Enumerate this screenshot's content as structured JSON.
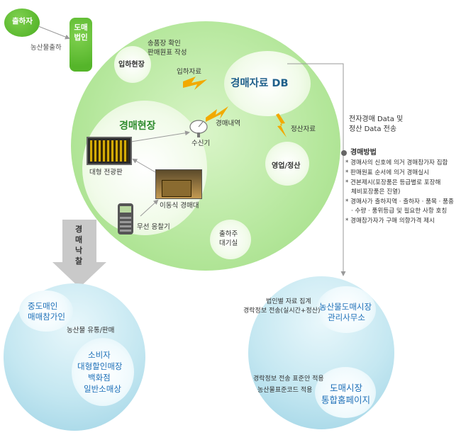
{
  "shipper": "출하자",
  "shipping_label": "농산물출하",
  "wholesaler": "도매법인",
  "warehouse": {
    "title": "입하현장",
    "note_line1": "송품장 확인",
    "note_line2": "판매원표 작성",
    "data_label": "입하자료"
  },
  "db": {
    "title": "경매자료 DB"
  },
  "auction_site": {
    "title": "경매현장",
    "auction_details": "경매내역",
    "receiver": "수신기",
    "board": "대형 전광판",
    "mobile_stand": "이동식 경매대",
    "wireless": "무선 응찰기"
  },
  "settlement": {
    "data_label": "정산자료",
    "title": "영업/정산"
  },
  "waiting_room": {
    "line1": "출하주",
    "line2": "대기실"
  },
  "transfer": {
    "line1": "전자경매 Data 및",
    "line2": "정산 Data 전송"
  },
  "method": {
    "title": "경매방법",
    "items": [
      "경매사의 신호에 의거 경매참가자 집합",
      "판매원표 순서에 의거 경매실시",
      "견본제시(포장품은 등급별로 포장해",
      "체비포장품은 진열)",
      "경매사가 출하지역 · 출하자 · 품목 · 품종",
      "· 수량 · 품위등급 및 필요한 사항 호칭",
      "경매참가자가 구매 의향가격 제시"
    ]
  },
  "bid_arrow": [
    "경",
    "매",
    "낙",
    "찰"
  ],
  "bottom_left": {
    "source_line1": "중도매인",
    "source_line2": "매매참가인",
    "flow_label": "농산물 유통/판매",
    "dest": [
      "소비자",
      "대형할인매장",
      "백화점",
      "일반소매상"
    ]
  },
  "bottom_right": {
    "collect_line1": "법인별 자료 집계",
    "collect_line2": "경락정보 전송(실시간+정산)",
    "office_line1": "농산물도매시장",
    "office_line2": "관리사무소",
    "standard_line1": "경락정보 전송 표준안 적용",
    "standard_line2": "농산물표준코드 적용",
    "homepage_line1": "도매시장",
    "homepage_line2": "통합홈페이지"
  },
  "colors": {
    "green": "#55b52a",
    "blue_text": "#1d6fb8",
    "lightning": "#f2a900",
    "arrow_gray": "#c9c9c9"
  }
}
